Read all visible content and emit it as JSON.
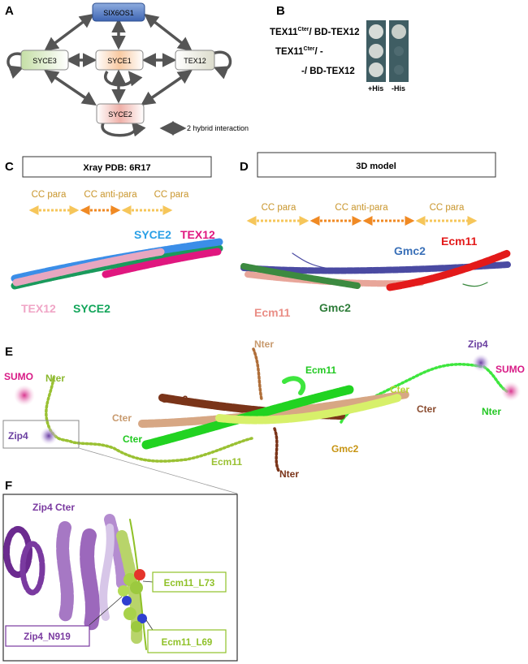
{
  "panelA": {
    "letter": "A",
    "nodes": {
      "six6os1": "SIX6OS1",
      "syce3": "SYCE3",
      "syce1": "SYCE1",
      "tex12": "TEX12",
      "syce2": "SYCE2"
    },
    "legend": "2 hybrid interaction",
    "colors": {
      "six6os1": "#4f79c6",
      "syce3": "#b8d49a",
      "syce1": "#f5b27a",
      "tex12": "#d9d9c8",
      "syce2": "#e38b80"
    }
  },
  "panelB": {
    "letter": "B",
    "row1_a": "TEX11",
    "row1_sup": "Cter",
    "row1_b": "/ BD-TEX12",
    "row2_a": "TEX11",
    "row2_sup": "Cter",
    "row2_b": "/ -",
    "row3": "-/ BD-TEX12",
    "plate1": "+His",
    "plate2": "-His"
  },
  "panelC": {
    "letter": "C",
    "box": "Xray PDB: 6R17",
    "labels": [
      "CC para",
      "CC anti-para",
      "CC para"
    ],
    "top_labels": [
      "SYCE2",
      "TEX12"
    ],
    "bottom_labels": [
      "TEX12",
      "SYCE2"
    ]
  },
  "panelD": {
    "letter": "D",
    "box": "3D model",
    "labels": [
      "CC para",
      "CC anti-para",
      "CC para"
    ],
    "top_labels": [
      "Gmc2",
      "Ecm11"
    ],
    "bottom_labels": [
      "Ecm11",
      "Gmc2"
    ]
  },
  "panelE": {
    "letter": "E",
    "sumo": "SUMO",
    "zip4": "Zip4",
    "nter": "Nter",
    "cter": "Cter",
    "gmc2": "Gmc2",
    "ecm11": "Ecm11"
  },
  "panelF": {
    "letter": "F",
    "zip4_cter": "Zip4 Cter",
    "ecm11_l73": "Ecm11_L73",
    "zip4_n919": "Zip4_N919",
    "ecm11_l69": "Ecm11_L69"
  }
}
